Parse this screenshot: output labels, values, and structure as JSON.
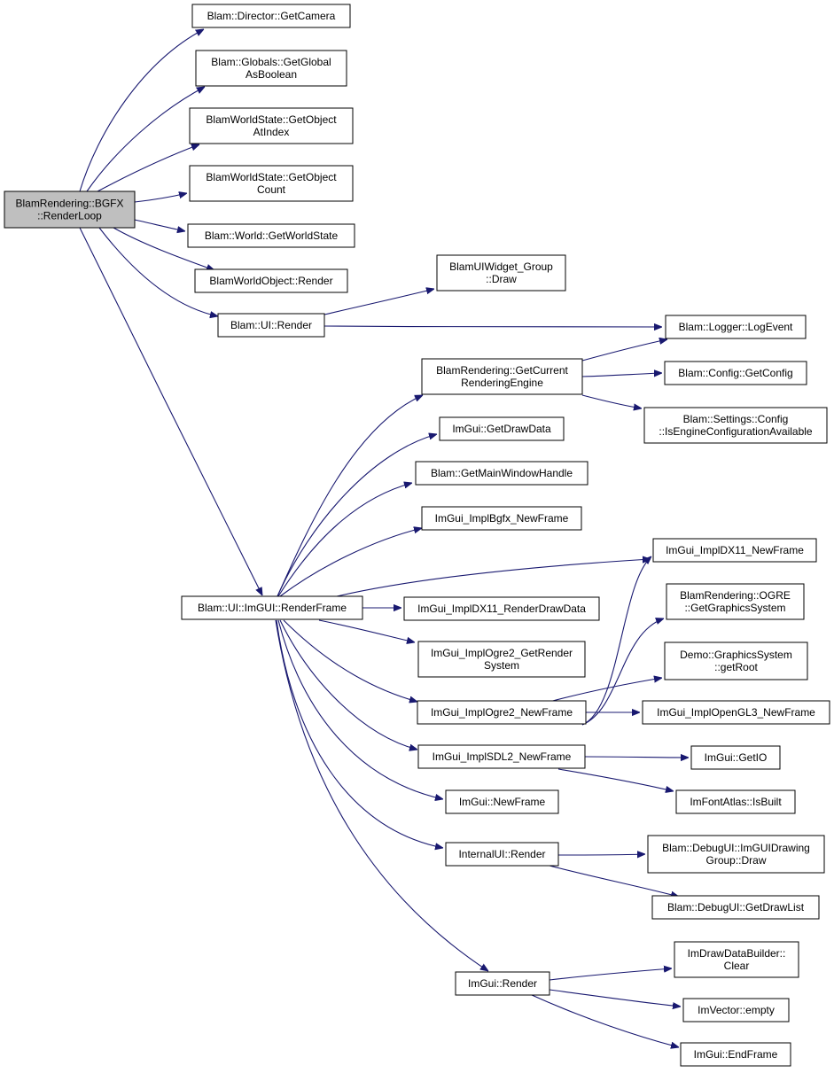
{
  "colors": {
    "edge": "#191970",
    "root_fill": "#bfbfbf",
    "node_fill": "#ffffff",
    "node_border": "#000000"
  },
  "nodes": {
    "renderloop": [
      "BlamRendering::BGFX",
      "::RenderLoop"
    ],
    "getcamera": [
      "Blam::Director::GetCamera"
    ],
    "getglobal": [
      "Blam::Globals::GetGlobal",
      "AsBoolean"
    ],
    "getobjectatindex": [
      "BlamWorldState::GetObject",
      "AtIndex"
    ],
    "getobjectcount": [
      "BlamWorldState::GetObject",
      "Count"
    ],
    "getworldstate": [
      "Blam::World::GetWorldState"
    ],
    "worldobjectrender": [
      "BlamWorldObject::Render"
    ],
    "uirender": [
      "Blam::UI::Render"
    ],
    "widgetgroupdraw": [
      "BlamUIWidget_Group",
      "::Draw"
    ],
    "logevent": [
      "Blam::Logger::LogEvent"
    ],
    "getcurrentengine": [
      "BlamRendering::GetCurrent",
      "RenderingEngine"
    ],
    "getconfig": [
      "Blam::Config::GetConfig"
    ],
    "isengineconfig": [
      "Blam::Settings::Config",
      "::IsEngineConfigurationAvailable"
    ],
    "getdrawdata": [
      "ImGui::GetDrawData"
    ],
    "getmainwindow": [
      "Blam::GetMainWindowHandle"
    ],
    "bgfxnewframe": [
      "ImGui_ImplBgfx_NewFrame"
    ],
    "dx11newframe": [
      "ImGui_ImplDX11_NewFrame"
    ],
    "renderframe": [
      "Blam::UI::ImGUI::RenderFrame"
    ],
    "dx11renderdrawdata": [
      "ImGui_ImplDX11_RenderDrawData"
    ],
    "ogregraphics": [
      "BlamRendering::OGRE",
      "::GetGraphicsSystem"
    ],
    "ogre2getrender": [
      "ImGui_ImplOgre2_GetRender",
      "System"
    ],
    "demogetroot": [
      "Demo::GraphicsSystem",
      "::getRoot"
    ],
    "ogre2newframe": [
      "ImGui_ImplOgre2_NewFrame"
    ],
    "opengl3newframe": [
      "ImGui_ImplOpenGL3_NewFrame"
    ],
    "sdl2newframe": [
      "ImGui_ImplSDL2_NewFrame"
    ],
    "getio": [
      "ImGui::GetIO"
    ],
    "isbuilt": [
      "ImFontAtlas::IsBuilt"
    ],
    "newframe": [
      "ImGui::NewFrame"
    ],
    "internaluirender": [
      "InternalUI::Render"
    ],
    "drawinggroupdraw": [
      "Blam::DebugUI::ImGUIDrawing",
      "Group::Draw"
    ],
    "getdrawlist": [
      "Blam::DebugUI::GetDrawList"
    ],
    "imguirender": [
      "ImGui::Render"
    ],
    "drawdatabuilderclear": [
      "ImDrawDataBuilder::",
      "Clear"
    ],
    "imvectorempty": [
      "ImVector::empty"
    ],
    "endframe": [
      "ImGui::EndFrame"
    ]
  }
}
